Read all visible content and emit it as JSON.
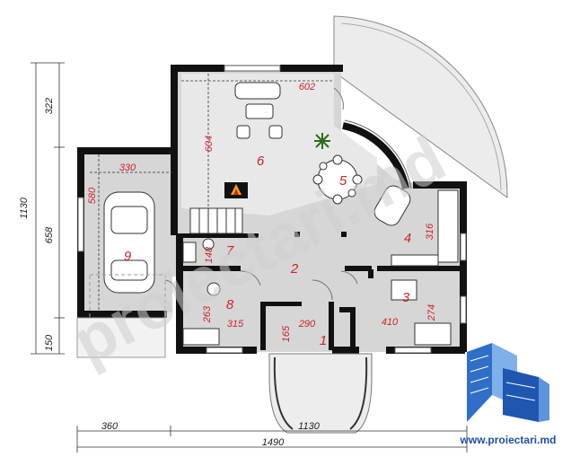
{
  "dimensions": {
    "total_width": "1490",
    "left_width": "360",
    "right_width": "1130",
    "total_height": "1130",
    "seg_top": "322",
    "seg_mid": "658",
    "seg_bottom": "150"
  },
  "rooms": [
    {
      "number": "1",
      "dims": [
        "165",
        "290"
      ]
    },
    {
      "number": "2",
      "dims": []
    },
    {
      "number": "3",
      "dims": [
        "410",
        "274"
      ]
    },
    {
      "number": "4",
      "dims": [
        "316"
      ]
    },
    {
      "number": "5",
      "dims": []
    },
    {
      "number": "6",
      "dims": [
        "602",
        "604"
      ]
    },
    {
      "number": "7",
      "dims": [
        "148"
      ]
    },
    {
      "number": "8",
      "dims": [
        "263",
        "315"
      ]
    },
    {
      "number": "9",
      "dims": [
        "330",
        "580"
      ]
    }
  ],
  "watermark": "proiectari.md",
  "brand_url": "www.proiectari.md",
  "colors": {
    "wall": "#111111",
    "floor": "#d6d6d6",
    "accent": "#d0212a",
    "brand": "#1f4fa8"
  }
}
